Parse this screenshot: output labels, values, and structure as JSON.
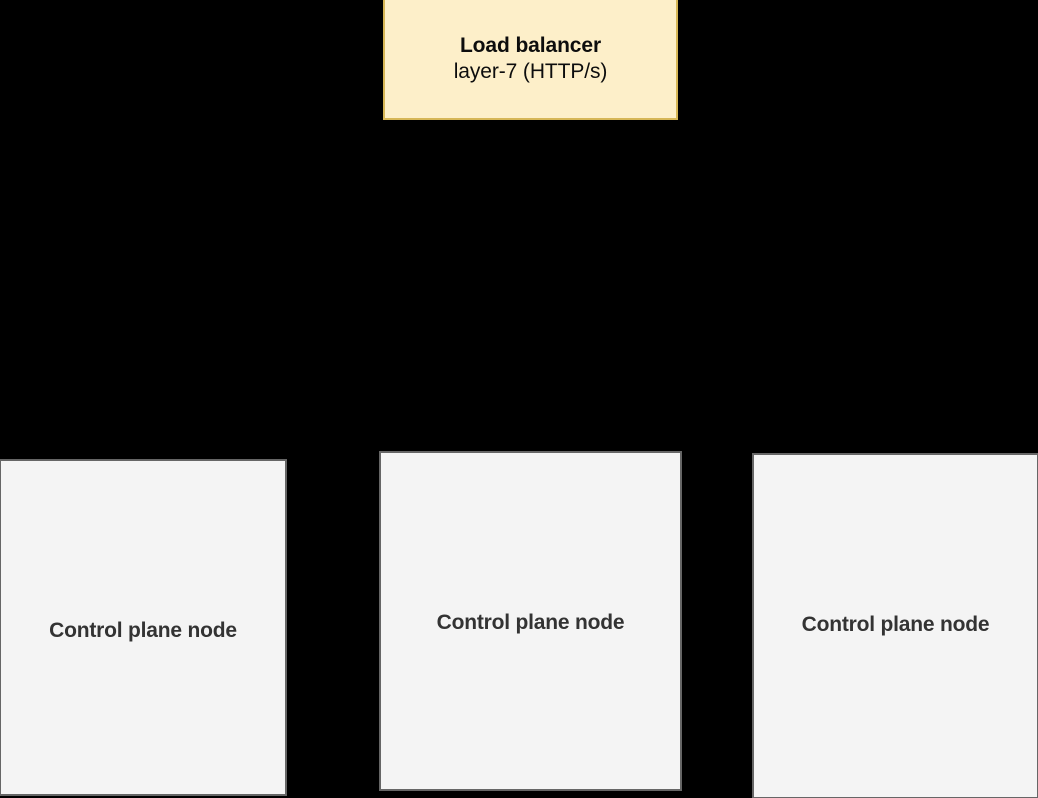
{
  "diagram": {
    "background_color": "#000000",
    "load_balancer": {
      "title": "Load balancer",
      "subtitle": "layer-7 (HTTP/s)",
      "fill_color": "#fdefc9",
      "border_color": "#d6b656"
    },
    "control_plane_nodes": [
      {
        "label": "Control plane node",
        "fill_color": "#f4f4f4",
        "border_color": "#666666"
      },
      {
        "label": "Control plane node",
        "fill_color": "#f4f4f4",
        "border_color": "#666666"
      },
      {
        "label": "Control plane node",
        "fill_color": "#f4f4f4",
        "border_color": "#666666"
      }
    ]
  }
}
